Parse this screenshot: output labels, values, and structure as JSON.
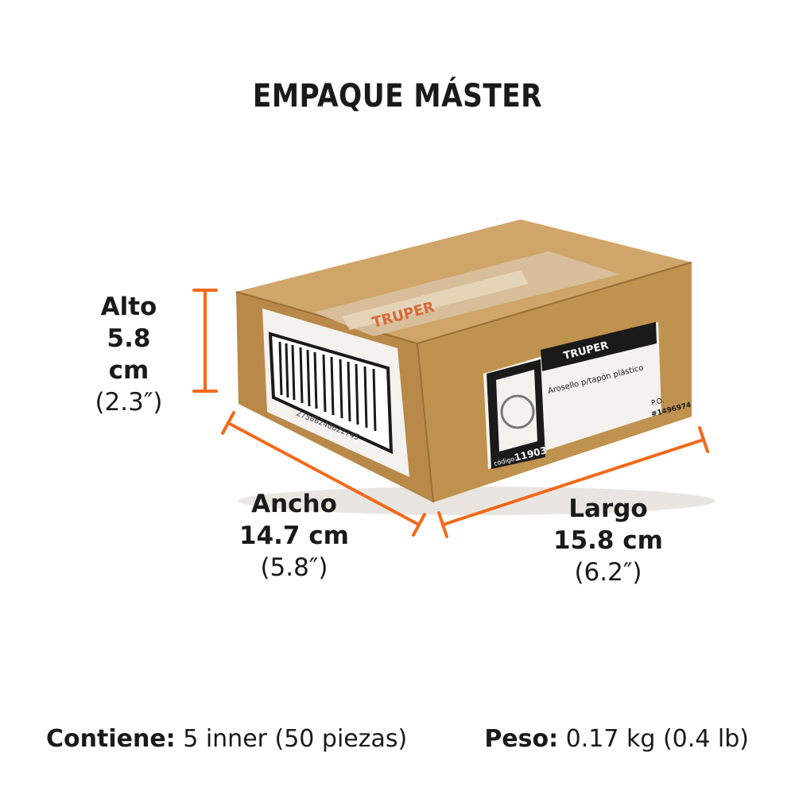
{
  "title": "EMPAQUE MÁSTER",
  "colors": {
    "accent": "#f26a1b",
    "cardboard": "#c49a5c",
    "text": "#1a1a1a"
  },
  "dimensions": {
    "alto": {
      "label": "Alto",
      "metric": "5.8 cm",
      "imperial": "(2.3″)"
    },
    "ancho": {
      "label": "Ancho",
      "metric": "14.7 cm",
      "imperial": "(5.8″)"
    },
    "largo": {
      "label": "Largo",
      "metric": "15.8 cm",
      "imperial": "(6.2″)"
    }
  },
  "box": {
    "brand": "TRUPER",
    "barcode_number": "27506240622745",
    "label_product": "Arosello p/tapón plástico",
    "label_code_prefix": "código:",
    "label_code": "11903",
    "label_po_title": "P.O.",
    "label_po_number": "#1496974"
  },
  "footer": {
    "contiene_key": "Contiene:",
    "contiene_value": "5 inner (50 piezas)",
    "peso_key": "Peso:",
    "peso_value": "0.17 kg (0.4 lb)"
  }
}
